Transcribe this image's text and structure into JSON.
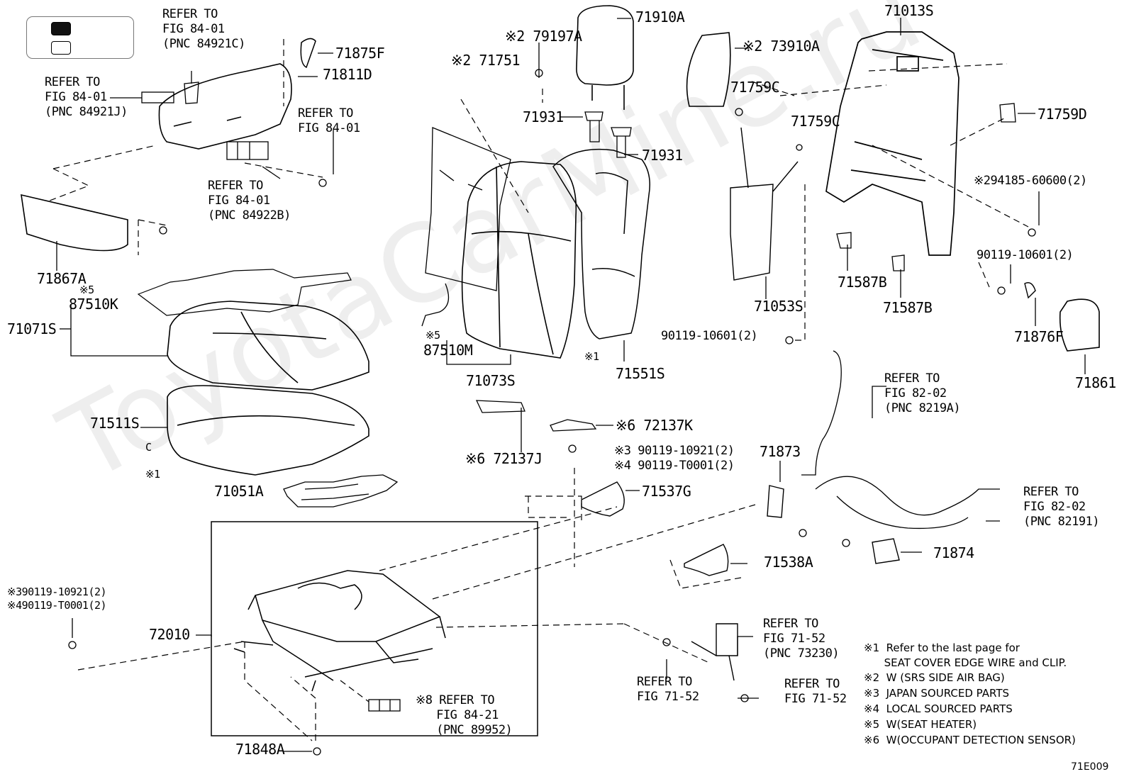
{
  "watermark": "ToyotaCarMine.ru",
  "figure_code": "71E009",
  "legend": {
    "filled_color": "#111111",
    "empty_color": "#ffffff"
  },
  "labels": {
    "ref_84921C": "REFER TO\nFIG 84-01\n(PNC 84921C)",
    "ref_84921J": "REFER TO\nFIG 84-01\n(PNC 84921J)",
    "ref_84_01": "REFER TO\nFIG 84-01",
    "ref_84922B": "REFER TO\nFIG 84-01\n(PNC 84922B)",
    "p71875F": "71875F",
    "p71811D": "71811D",
    "p71867A": "71867A",
    "s5_a": "※5",
    "p87510K": "87510K",
    "p71071S": "71071S",
    "p71511S": "71511S",
    "s1_a": "C\n\n※1",
    "p71051A": "71051A",
    "s3_left": "※390119-10921(2)\n※490119-T0001(2)",
    "p72010": "72010",
    "p71848A": "71848A",
    "p79197A": "※2 79197A",
    "p71751": "※2 71751",
    "p71910A": "71910A",
    "p71931a": "71931",
    "p71931b": "71931",
    "s5_b": "※5",
    "p87510M": "87510M",
    "p71073S": "71073S",
    "s1_b": "※1",
    "p71551S": "71551S",
    "p72137J": "※6 72137J",
    "p72137K": "※6 72137K",
    "s3_mid": "※3 90119-10921(2)\n※4 90119-T0001(2)",
    "p71537G": "71537G",
    "ref_89952": "※8 REFER TO\n   FIG 84-21\n   (PNC 89952)",
    "p73910A": "※2 73910A",
    "p71759C_a": "71759C",
    "p71759C_b": "71759C",
    "p71013S": "71013S",
    "p71759D": "71759D",
    "p94185": "※294185-60600(2)",
    "p90119_right": "90119-10601(2)",
    "p71587B_a": "71587B",
    "p71587B_b": "71587B",
    "p71053S": "71053S",
    "p90119_mid": "90119-10601(2)",
    "p71876F": "71876F",
    "p71861": "71861",
    "ref_8219A": "REFER TO\nFIG 82-02\n(PNC 8219A)",
    "ref_82191": "REFER TO\nFIG 82-02\n(PNC 82191)",
    "p71873": "71873",
    "p71874": "71874",
    "p71538A": "71538A",
    "ref_73230": "REFER TO\nFIG 71-52\n(PNC 73230)",
    "ref_71_52a": "REFER TO\nFIG 71-52",
    "ref_71_52b": "REFER TO\nFIG 71-52"
  },
  "notes": [
    "※1  Refer to the last page for\n      SEAT COVER EDGE WIRE and CLIP.",
    "※2  W (SRS SIDE AIR BAG)",
    "※3  JAPAN SOURCED PARTS",
    "※4  LOCAL SOURCED PARTS",
    "※5  W(SEAT HEATER)",
    "※6  W(OCCUPANT DETECTION SENSOR)"
  ]
}
